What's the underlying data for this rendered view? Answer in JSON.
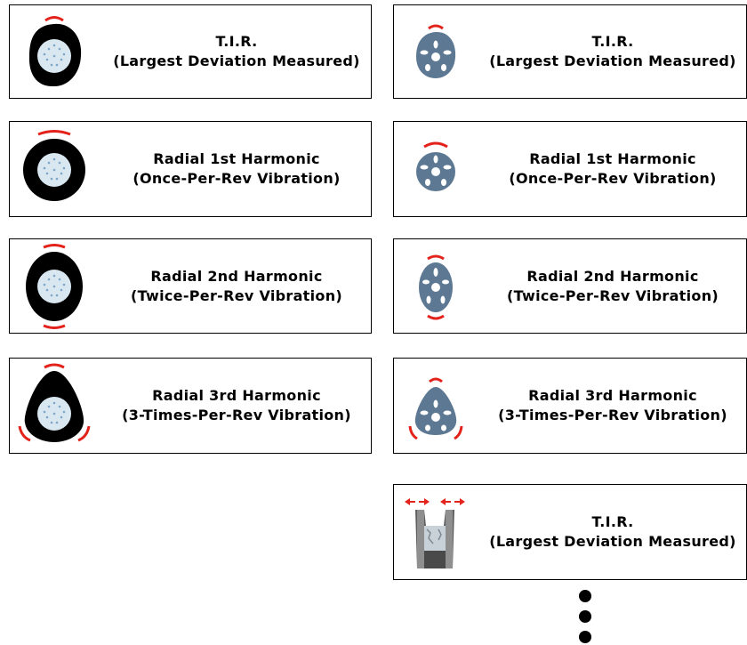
{
  "colors": {
    "tire": "#000000",
    "rim_fill": "#d9e7f1",
    "rim_dots": "#7fa6c6",
    "wheel": "#5c7893",
    "deviation_marker": "#e3231b",
    "border": "#000000"
  },
  "left_column": [
    {
      "icon": "tire-tir-icon",
      "title": "T.I.R.",
      "subtitle": "(Largest Deviation Measured)"
    },
    {
      "icon": "tire-1st-harmonic-icon",
      "title": "Radial  1st Harmonic",
      "subtitle": "(Once-Per-Rev Vibration)"
    },
    {
      "icon": "tire-2nd-harmonic-icon",
      "title": "Radial  2nd Harmonic",
      "subtitle": "(Twice-Per-Rev Vibration)"
    },
    {
      "icon": "tire-3rd-harmonic-icon",
      "title": "Radial  3rd Harmonic",
      "subtitle": "(3-Times-Per-Rev Vibration)"
    }
  ],
  "right_column": [
    {
      "icon": "wheel-tir-icon",
      "title": "T.I.R.",
      "subtitle": "(Largest Deviation Measured)"
    },
    {
      "icon": "wheel-1st-harmonic-icon",
      "title": "Radial  1st Harmonic",
      "subtitle": "(Once-Per-Rev Vibration)"
    },
    {
      "icon": "wheel-2nd-harmonic-icon",
      "title": "Radial  2nd Harmonic",
      "subtitle": "(Twice-Per-Rev Vibration)"
    },
    {
      "icon": "wheel-3rd-harmonic-icon",
      "title": "Radial  3rd Harmonic",
      "subtitle": "(3-Times-Per-Rev Vibration)"
    },
    {
      "icon": "rim-lateral-icon",
      "title": "T.I.R.",
      "subtitle": "(Largest Deviation Measured)"
    }
  ],
  "continuation": {
    "icon": "ellipsis-dots-icon"
  }
}
